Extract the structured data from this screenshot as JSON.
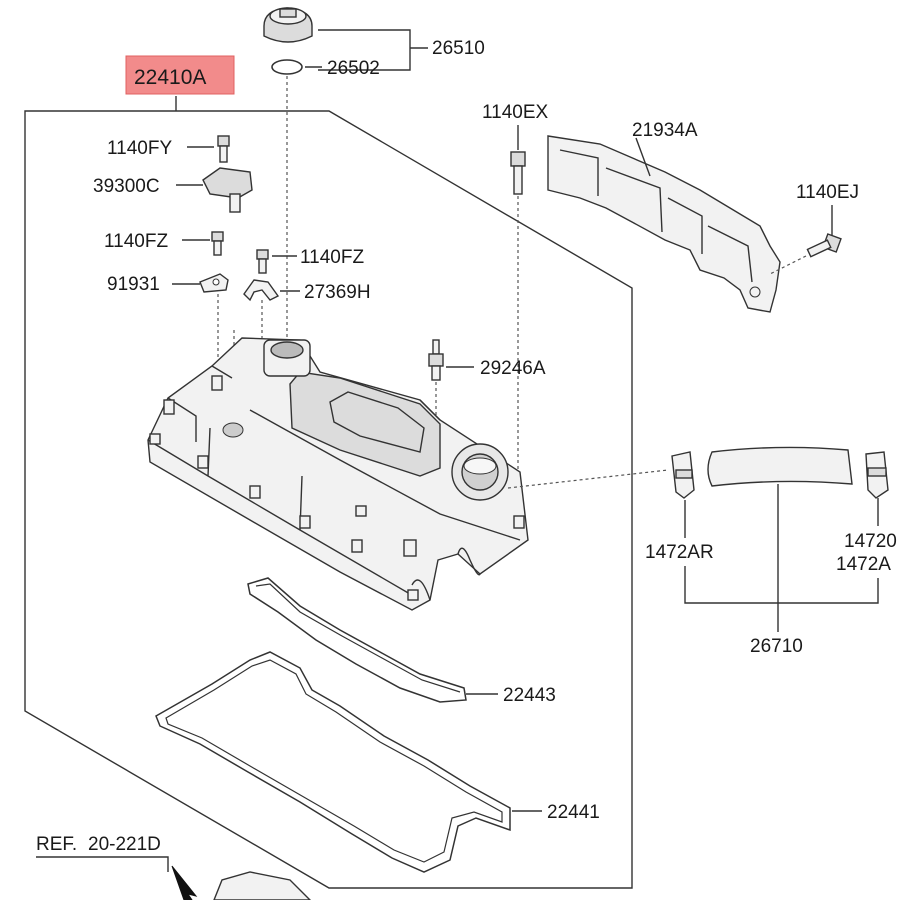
{
  "labels": {
    "main": "22410A",
    "l26510": "26510",
    "l26502": "26502",
    "l1140EX": "1140EX",
    "l21934A": "21934A",
    "l1140EJ": "1140EJ",
    "l1140FY": "1140FY",
    "l39300C": "39300C",
    "l1140FZ_a": "1140FZ",
    "l1140FZ_b": "1140FZ",
    "l91931": "91931",
    "l27369H": "27369H",
    "l29246A": "29246A",
    "l1472AR": "1472AR",
    "l14720": "14720",
    "l1472A": "1472A",
    "l26710": "26710",
    "l22443": "22443",
    "l22441": "22441",
    "ref_prefix": "REF.",
    "ref_value": "20-221D"
  },
  "colors": {
    "highlight_fill": "#f28b8b",
    "highlight_border": "#e06060",
    "line": "#333333"
  }
}
